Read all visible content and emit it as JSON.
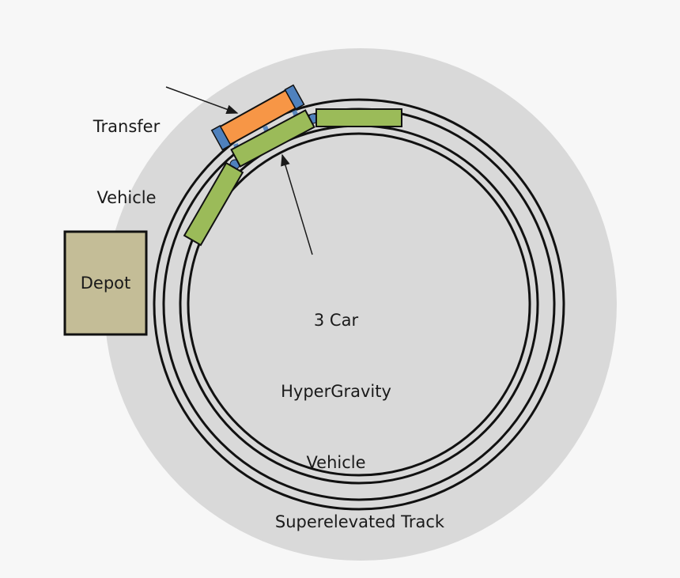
{
  "labels": {
    "transfer_vehicle": [
      "Transfer",
      "Vehicle"
    ],
    "hypergravity_vehicle": [
      "3 Car",
      "HyperGravity",
      "Vehicle"
    ],
    "depot": "Depot",
    "track": "Superelevated Track"
  },
  "colors": {
    "background": "#f7f7f7",
    "platform": "#d9d9d9",
    "depot": "#c4bd97",
    "transfer_vehicle": "#f79646",
    "hypergravity_car": "#9bbb59",
    "coupler": "#4f81bd"
  }
}
